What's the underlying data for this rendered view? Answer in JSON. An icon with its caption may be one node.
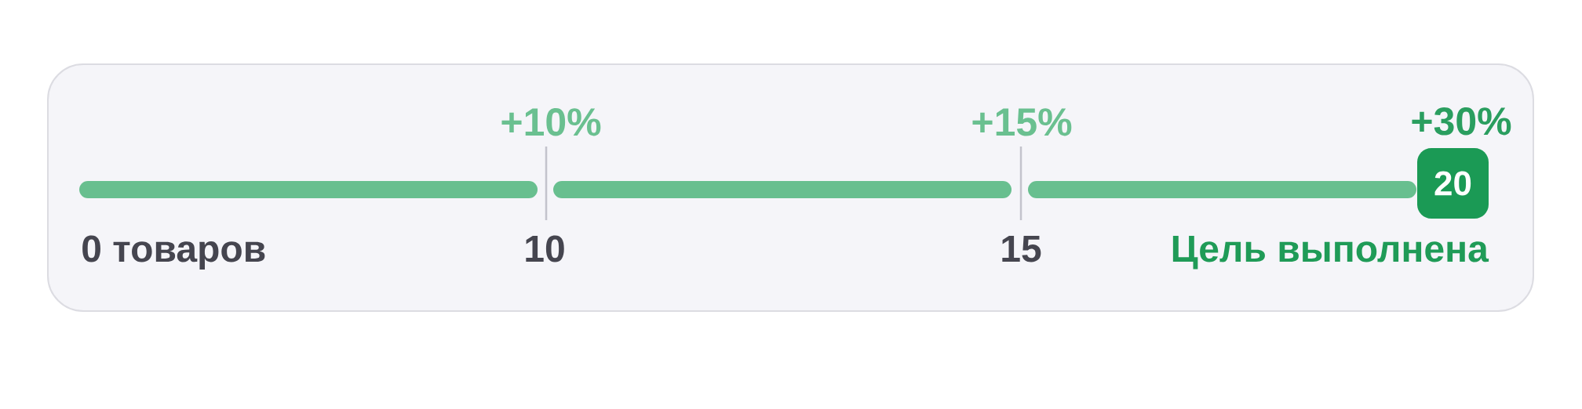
{
  "diagram": {
    "nodes": [
      {
        "text": [
          "+10%",
          "+15%",
          "+30%",
          "0 товаров",
          "10",
          "15",
          "Цель выполнена"
        ]
      },
      {
        "text": [
          "20"
        ],
        "in": 0
      }
    ]
  }
}
